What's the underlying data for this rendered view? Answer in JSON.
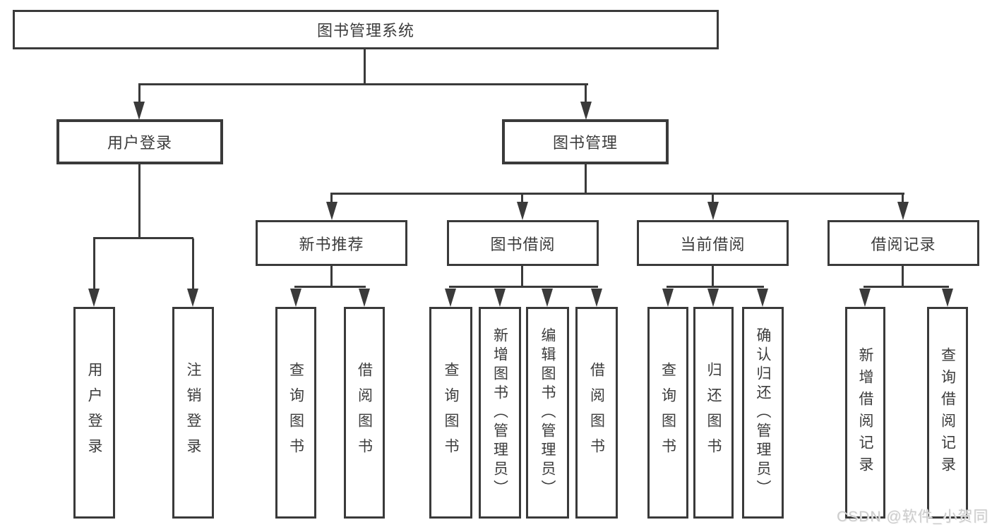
{
  "page": {
    "background": "#ffffff"
  },
  "colors": {
    "line": "#3a3a3a",
    "box_border": "#3a3a3a",
    "box_fill": "#ffffff",
    "text": "#3c3c3c",
    "watermark": "#cccccc"
  },
  "watermark": {
    "text": "CSDN @软件_小贺同学"
  },
  "tree": {
    "root": {
      "label": "图书管理系统"
    },
    "branches": [
      {
        "label": "用户登录",
        "children": [
          {
            "label": "用户登录"
          },
          {
            "label": "注销登录"
          }
        ]
      },
      {
        "label": "图书管理",
        "children": [
          {
            "label": "新书推荐",
            "children": [
              {
                "label": "查询图书"
              },
              {
                "label": "借阅图书"
              }
            ]
          },
          {
            "label": "图书借阅",
            "children": [
              {
                "label": "查询图书"
              },
              {
                "label": "新增图书（管理员）"
              },
              {
                "label": "编辑图书（管理员）"
              },
              {
                "label": "借阅图书"
              }
            ]
          },
          {
            "label": "当前借阅",
            "children": [
              {
                "label": "查询图书"
              },
              {
                "label": "归还图书"
              },
              {
                "label": "确认归还（管理员）"
              }
            ]
          },
          {
            "label": "借阅记录",
            "children": [
              {
                "label": "新增借阅记录"
              },
              {
                "label": "查询借阅记录"
              }
            ]
          }
        ]
      }
    ]
  }
}
